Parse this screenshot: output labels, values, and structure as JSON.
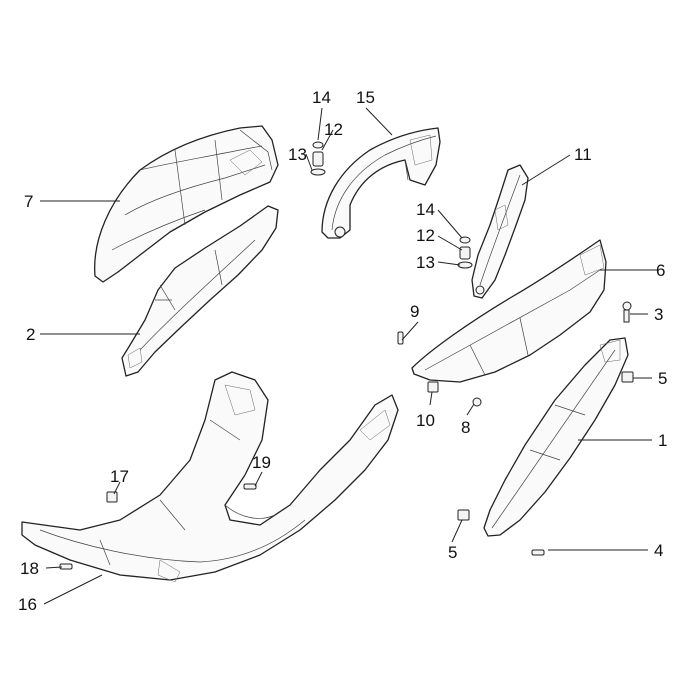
{
  "callouts": [
    {
      "id": "c1",
      "label": "1"
    },
    {
      "id": "c2",
      "label": "2"
    },
    {
      "id": "c3",
      "label": "3"
    },
    {
      "id": "c4",
      "label": "4"
    },
    {
      "id": "c5a",
      "label": "5"
    },
    {
      "id": "c5b",
      "label": "5"
    },
    {
      "id": "c6",
      "label": "6"
    },
    {
      "id": "c7",
      "label": "7"
    },
    {
      "id": "c8",
      "label": "8"
    },
    {
      "id": "c9",
      "label": "9"
    },
    {
      "id": "c10",
      "label": "10"
    },
    {
      "id": "c11",
      "label": "11"
    },
    {
      "id": "c12a",
      "label": "12"
    },
    {
      "id": "c12b",
      "label": "12"
    },
    {
      "id": "c13a",
      "label": "13"
    },
    {
      "id": "c13b",
      "label": "13"
    },
    {
      "id": "c14a",
      "label": "14"
    },
    {
      "id": "c14b",
      "label": "14"
    },
    {
      "id": "c15",
      "label": "15"
    },
    {
      "id": "c16",
      "label": "16"
    },
    {
      "id": "c17",
      "label": "17"
    },
    {
      "id": "c18",
      "label": "18"
    },
    {
      "id": "c19",
      "label": "19"
    }
  ]
}
